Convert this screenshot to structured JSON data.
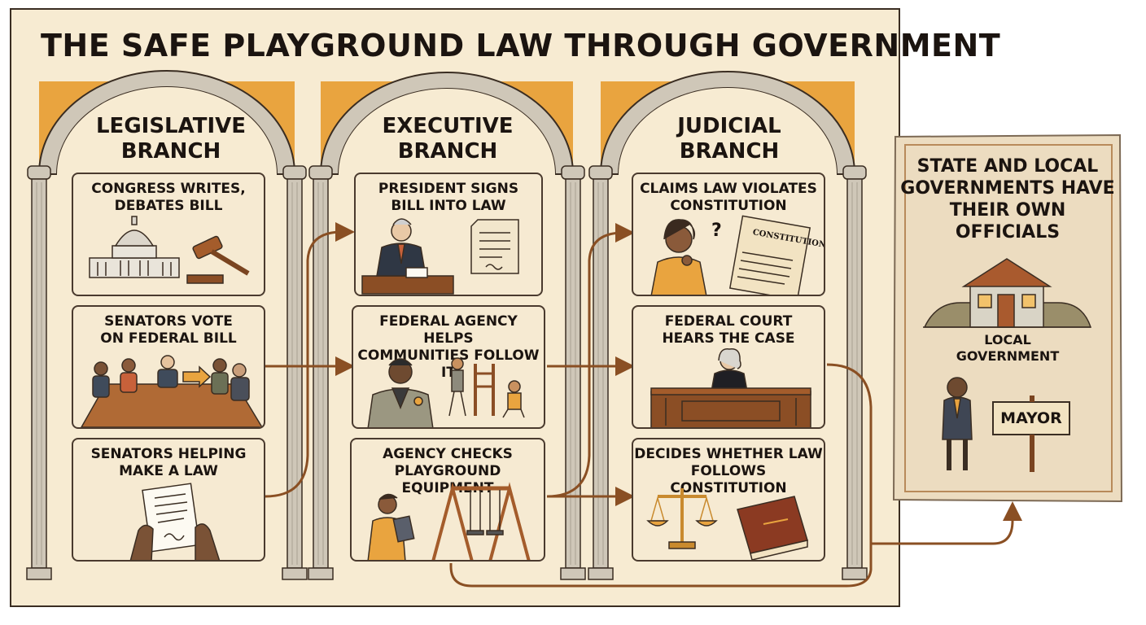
{
  "title": "THE SAFE PLAYGROUND LAW THROUGH GOVERNMENT",
  "branches": [
    {
      "name": "LEGISLATIVE\nBRANCH",
      "cards": [
        {
          "label": "CONGRESS WRITES,\nDEBATES BILL",
          "icon": "capitol-gavel-icon"
        },
        {
          "label": "SENATORS VOTE\nON FEDERAL BILL",
          "icon": "senators-meeting-icon"
        },
        {
          "label": "SENATORS HELPING\nMAKE A LAW",
          "icon": "hands-document-icon"
        }
      ]
    },
    {
      "name": "EXECUTIVE\nBRANCH",
      "cards": [
        {
          "label": "PRESIDENT SIGNS\nBILL INTO LAW",
          "icon": "president-signing-icon"
        },
        {
          "label": "FEDERAL AGENCY HELPS\nCOMMUNITIES FOLLOW IT",
          "icon": "agency-officer-icon"
        },
        {
          "label": "AGENCY CHECKS\nPLAYGROUND EQUIPMENT",
          "icon": "inspector-swingset-icon"
        }
      ]
    },
    {
      "name": "JUDICIAL\nBRANCH",
      "cards": [
        {
          "label": "CLAIMS LAW VIOLATES\nCONSTITUTION",
          "icon": "citizen-constitution-icon",
          "doc_title": "CONSTITUTION",
          "question_mark": "?"
        },
        {
          "label": "FEDERAL COURT\nHEARS THE CASE",
          "icon": "judge-bench-icon"
        },
        {
          "label": "DECIDES WHETHER LAW\nFOLLOWS CONSTITUTION",
          "icon": "scales-book-icon"
        }
      ]
    }
  ],
  "local": {
    "heading": "STATE AND LOCAL GOVERNMENTS HAVE THEIR OWN OFFICIALS",
    "house_label": "LOCAL\nGOVERNMENT",
    "sign_label": "MAYOR"
  },
  "colors": {
    "background": "#f7ebd2",
    "accent": "#e9a43f",
    "arrow": "#8a4f23",
    "column": "#cfc7b8",
    "outline": "#3a2d22"
  }
}
